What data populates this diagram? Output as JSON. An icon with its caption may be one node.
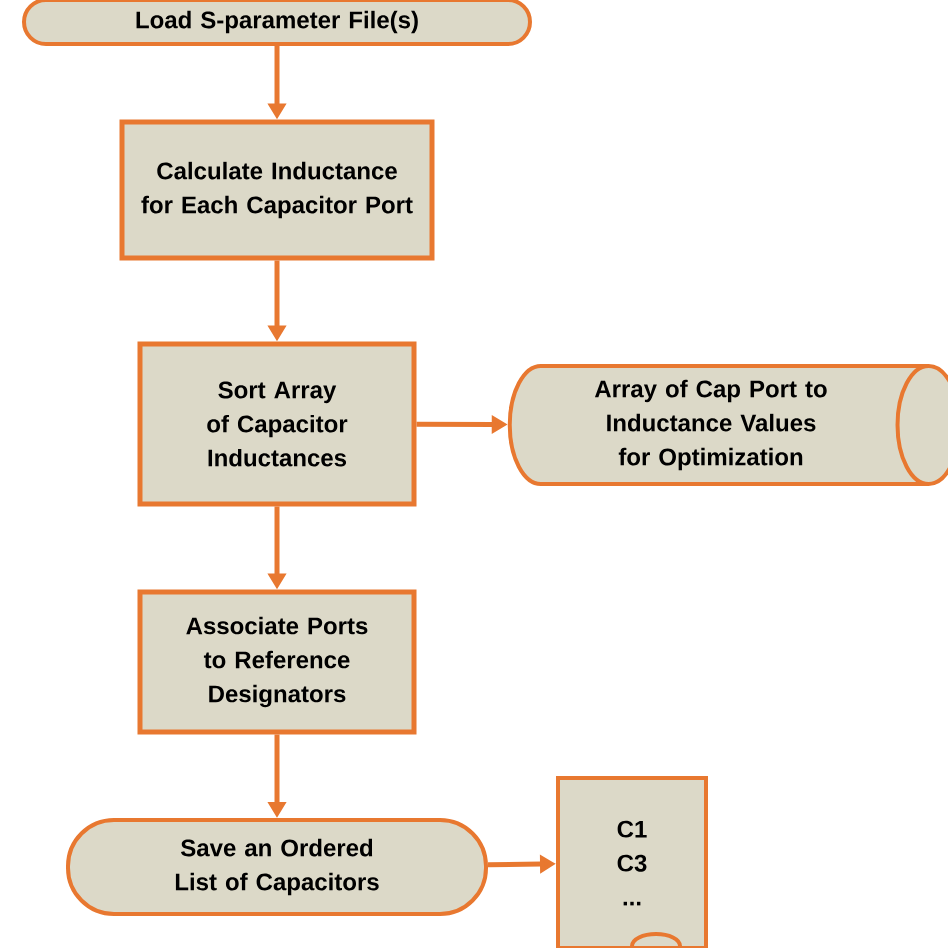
{
  "diagram": {
    "nodes": [
      {
        "text": [
          "Load S-parameter File(s)"
        ]
      },
      {
        "text": [
          "Calculate Inductance for Each Capacitor Port"
        ]
      },
      {
        "text": [
          "Sort Array of Capacitor Inductances"
        ]
      },
      {
        "text": [
          "Array of Cap Port to Inductance Values for Optimization"
        ]
      },
      {
        "text": [
          "Associate Ports to Reference Designators"
        ]
      },
      {
        "text": [
          "Save an Ordered List of Capacitors"
        ]
      },
      {
        "text": [
          "C1 C3 ..."
        ]
      }
    ],
    "edges": [
      {
        "from": 0,
        "to": 1,
        "arrow": "to"
      },
      {
        "from": 1,
        "to": 2,
        "arrow": "to"
      },
      {
        "from": 2,
        "to": 3,
        "arrow": "to"
      },
      {
        "from": 2,
        "to": 4,
        "arrow": "to"
      },
      {
        "from": 4,
        "to": 5,
        "arrow": "to"
      },
      {
        "from": 5,
        "to": 6,
        "arrow": "to"
      }
    ]
  }
}
